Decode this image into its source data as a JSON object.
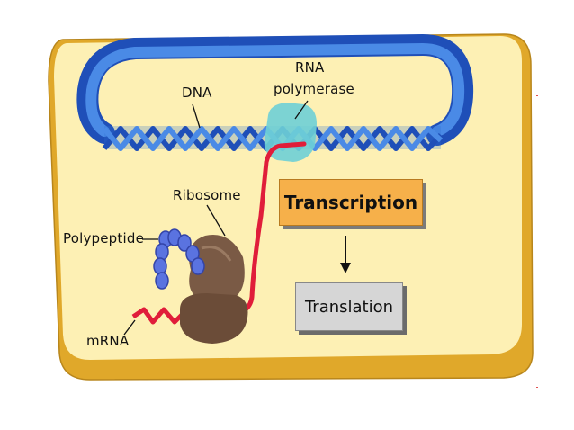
{
  "labels": {
    "dna": "DNA",
    "rna_polymerase_line1": "RNA",
    "rna_polymerase_line2": "polymerase",
    "ribosome": "Ribosome",
    "polypeptide": "Polypeptide",
    "mrna": "mRNA"
  },
  "process_boxes": {
    "transcription": "Transcription",
    "translation": "Translation"
  },
  "colors": {
    "cell_fill": "#fdf0b4",
    "cell_wall": "#e0a82a",
    "dna": "#2f6fd0",
    "rna_polymerase": "#6ecfd6",
    "mrna": "#e01d3a",
    "ribosome": "#7a5a45",
    "polypeptide": "#5a73e0",
    "transcription_box": "#f6b04a",
    "translation_box": "#d6d6d6"
  }
}
